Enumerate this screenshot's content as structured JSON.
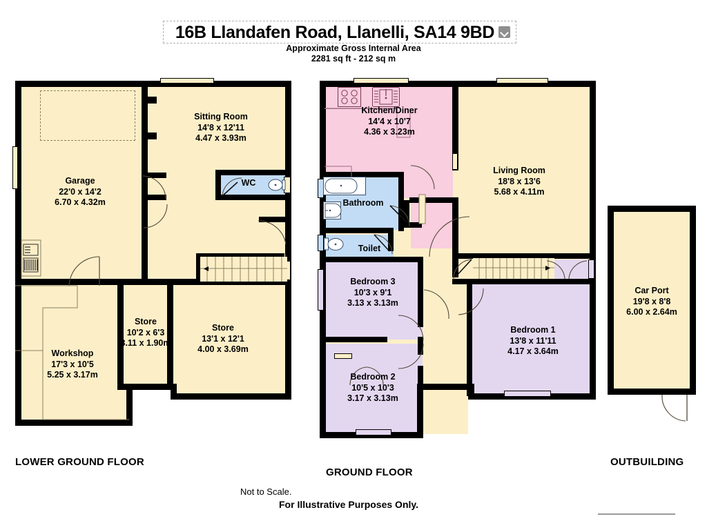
{
  "header": {
    "title": "16B Llandafen Road, Llanelli, SA14 9BD",
    "chevron_icon": "chevron-down-icon",
    "area_label": "Approximate Gross Internal Area",
    "area_value": "2281 sq ft - 212 sq m"
  },
  "footer": {
    "not_to_scale": "Not to Scale.",
    "illustrative": "For Illustrative Purposes Only."
  },
  "floors": [
    {
      "id": "lower-ground",
      "label": "LOWER GROUND FLOOR"
    },
    {
      "id": "ground",
      "label": "GROUND FLOOR"
    },
    {
      "id": "outbuilding",
      "label": "OUTBUILDING"
    }
  ],
  "rooms": {
    "garage": {
      "name": "Garage",
      "imperial": "22'0 x 14'2",
      "metric": "6.70 x 4.32m"
    },
    "sitting": {
      "name": "Sitting Room",
      "imperial": "14'8 x 12'11",
      "metric": "4.47 x 3.93m"
    },
    "wc": {
      "name": "WC",
      "imperial": "",
      "metric": ""
    },
    "workshop": {
      "name": "Workshop",
      "imperial": "17'3 x 10'5",
      "metric": "5.25 x 3.17m"
    },
    "store_small": {
      "name": "Store",
      "imperial": "10'2 x 6'3",
      "metric": "3.11 x 1.90m"
    },
    "store_large": {
      "name": "Store",
      "imperial": "13'1 x 12'1",
      "metric": "4.00 x 3.69m"
    },
    "kitchen": {
      "name": "Kitchen/Diner",
      "imperial": "14'4 x 10'7",
      "metric": "4.36 x 3.23m"
    },
    "living": {
      "name": "Living Room",
      "imperial": "18'8 x 13'6",
      "metric": "5.68 x 4.11m"
    },
    "bathroom": {
      "name": "Bathroom",
      "imperial": "",
      "metric": ""
    },
    "toilet": {
      "name": "Toilet",
      "imperial": "",
      "metric": ""
    },
    "bed1": {
      "name": "Bedroom 1",
      "imperial": "13'8 x 11'11",
      "metric": "4.17 x 3.64m"
    },
    "bed2": {
      "name": "Bedroom 2",
      "imperial": "10'5 x 10'3",
      "metric": "3.17 x 3.13m"
    },
    "bed3": {
      "name": "Bedroom 3",
      "imperial": "10'3 x 9'1",
      "metric": "3.13 x 3.13m"
    },
    "carport": {
      "name": "Car Port",
      "imperial": "19'8 x 8'8",
      "metric": "6.00 x 2.64m"
    }
  },
  "fixtures": [
    "hob-icon",
    "sink-icon",
    "bathtub-icon",
    "washbasin-icon",
    "toilet-icon",
    "wc-toilet-icon",
    "fuse-box-icon",
    "staircase-lower-icon",
    "staircase-ground-icon"
  ],
  "colors": {
    "wall": "#000000",
    "cream": "#fcefc8",
    "pink": "#f9cede",
    "purple": "#e3d7f0",
    "blue": "#c3dcf5",
    "background": "#ffffff",
    "chevron": "#8f8f8f",
    "rule": "#9a9a9a"
  }
}
